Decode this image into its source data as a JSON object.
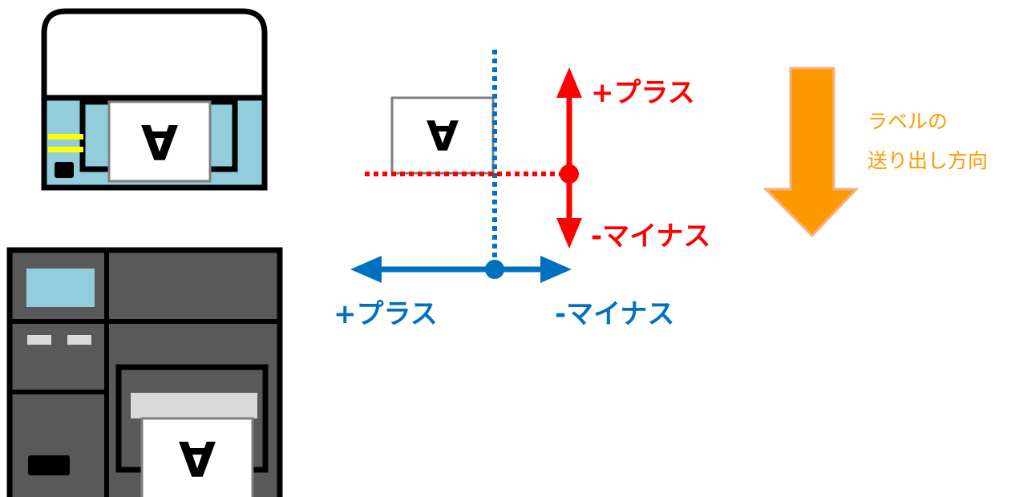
{
  "label_mark": "A",
  "vertical_axis": {
    "plus_label": "+プラス",
    "minus_label": "-マイナス",
    "color": "#ff0000"
  },
  "horizontal_axis": {
    "plus_label": "+プラス",
    "minus_label": "-マイナス",
    "color": "#0070c0"
  },
  "feed_direction": {
    "line1": "ラベルの",
    "line2": "送り出し方向",
    "arrow_color": "#ff9900"
  },
  "colors": {
    "panel_blue": "#92cddc",
    "printer_dark": "#595959",
    "indicator_yellow": "#ffff00"
  }
}
